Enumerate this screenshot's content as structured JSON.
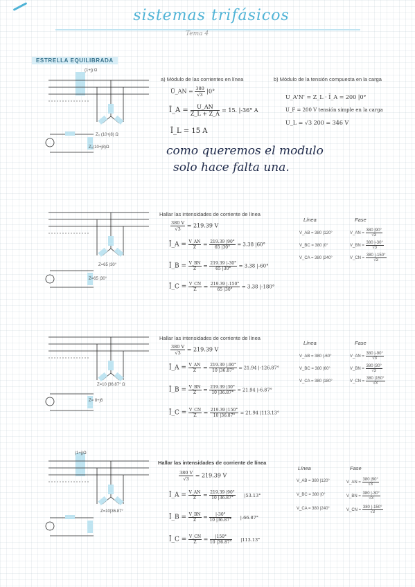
{
  "header": {
    "title": "sistemas trifásicos",
    "subtitle": "Tema 4",
    "section": "ESTRELLA EQUILIBRADA"
  },
  "diagrams": [
    {
      "z_load": "Z₀ (10+j8) Ω",
      "z_line": "Z₀(10+j8)Ω",
      "line_label": "(1+j) Ω"
    },
    {
      "z_load": "Z=65 |30°",
      "z_line": "Z=65 |30°"
    },
    {
      "z_load": "Z=10 |36.87° Ω",
      "z_line": "Z= 8+j6"
    },
    {
      "z_load": "Z=10|36.87°",
      "z_line": "(1+j)Ω"
    }
  ],
  "ex1": {
    "part_a": "a) Módulo de las corrientes en línea",
    "part_b": "b) Módulo de la tensión compuesta en la carga",
    "eq1_lhs": "Ū_AN =",
    "eq1_num": "380",
    "eq1_den": "√3",
    "eq1_rhs": "|0°",
    "eq2_lhs": "Ī_A =",
    "eq2_num": "U_AN",
    "eq2_den": "Z_L + Z_A",
    "eq2_rhs": "= 15. |-36° A",
    "eq3": "Ī_L = 15 A",
    "b1": "U_A'N' = Z_L · Ī_A = 200 |0°",
    "b2": "U_F = 200 V  tensión simple en la carga",
    "b3": "U_L = √3 200 = 346 V",
    "handwritten_1": "como queremos el modulo",
    "handwritten_2": "solo hace falta una."
  },
  "ex2": {
    "heading": "Hallar las intensidades de corriente de línea",
    "eq0_num": "380 V",
    "eq0_den": "√3",
    "eq0_rhs": "= 219.39 V",
    "ia_lhs": "Ī_A =",
    "ia_num1": "V_AN",
    "ia_den1": "Z",
    "ia_num2": "219.39 |90°",
    "ia_den2": "65 |30°",
    "ia_res": "= 3.38 |60°",
    "ib_lhs": "Ī_B =",
    "ib_num1": "V_BN",
    "ib_den1": "Z",
    "ib_num2": "219.39 |-30°",
    "ib_den2": "65 |30°",
    "ib_res": "= 3.38 |-60°",
    "ic_lhs": "Ī_C =",
    "ic_num1": "V_CN",
    "ic_den1": "Z",
    "ic_num2": "219.39 |-150°",
    "ic_den2": "65 |30°",
    "ic_res": "= 3.38 |-180°",
    "col_line": "Línea",
    "col_phase": "Fase",
    "l1": "V_AB = 380 |120°",
    "l2": "V_BC = 380 |0°",
    "l3": "V_CA = 380 |240°",
    "p1_num": "380 |90°",
    "p2_num": "380 |-30°",
    "p3_num": "380 |-150°",
    "p1_lhs": "V_AN =",
    "p2_lhs": "V_BN =",
    "p3_lhs": "V_CN =",
    "p_den": "√3"
  },
  "ex3": {
    "heading": "Hallar las intensidades de corriente de línea",
    "eq0_num": "380 V",
    "eq0_den": "√3",
    "eq0_rhs": "= 219.39 V",
    "ia_lhs": "Ī_A =",
    "ia_num1": "V_AN",
    "ia_den1": "Z",
    "ia_num2": "219.39 |-90°",
    "ia_den2": "10 |36.87°",
    "ia_res": "= 21.94 |-126.87°",
    "ib_lhs": "Ī_B =",
    "ib_num1": "V_BN",
    "ib_den1": "Z",
    "ib_num2": "219.39 |30°",
    "ib_den2": "10 |36.87°",
    "ib_res": "= 21.94 |-6.87°",
    "ic_lhs": "Ī_C =",
    "ic_num1": "V_CN",
    "ic_den1": "Z",
    "ic_num2": "219.39 |150°",
    "ic_den2": "10 |36.87°",
    "ic_res": "= 21.94 |113.13°",
    "col_line": "Línea",
    "col_phase": "Fase",
    "l1": "V_AB = 380 |-60°",
    "l2": "V_BC = 380 |60°",
    "l3": "V_CA = 380 |180°",
    "p1_lhs": "V_AN =",
    "p2_lhs": "V_BN =",
    "p3_lhs": "V_CN =",
    "p1_num": "380 |-90°",
    "p2_num": "380 |30°",
    "p3_num": "380 |150°",
    "p_den": "√3"
  },
  "ex4": {
    "heading": "Hallar las intensidades de corriente de línea",
    "eq0_num": "380 V",
    "eq0_den": "√3",
    "eq0_rhs": "= 219.39 V",
    "ia_lhs": "Ī_A =",
    "ia_num1": "V_AN",
    "ia_den1": "Z",
    "ia_num2": "219.39 |90°",
    "ia_den2": "10 |36.87°",
    "ia_res": "|53.13°",
    "ib_lhs": "Ī_B =",
    "ib_num1": "V_BN",
    "ib_den1": "Z",
    "ib_num2": "|-30°",
    "ib_den2": "10 |36.87°",
    "ib_res": "|-66.87°",
    "ic_lhs": "Ī_C =",
    "ic_num1": "V_CN",
    "ic_den1": "Z",
    "ic_num2": "|150°",
    "ic_den2": "10 |36.87°",
    "ic_res": "|113.13°",
    "col_line": "Línea",
    "col_phase": "Fase",
    "l1": "V_AB = 380 |120°",
    "l2": "V_BC = 380 |0°",
    "l3": "V_CA = 380 |240°",
    "p1_lhs": "V_AN =",
    "p2_lhs": "V_BN =",
    "p3_lhs": "V_CN =",
    "p1_num": "380 |90°",
    "p2_num": "380 |-30°",
    "p3_num": "380 |-150°",
    "p_den": "√3"
  }
}
